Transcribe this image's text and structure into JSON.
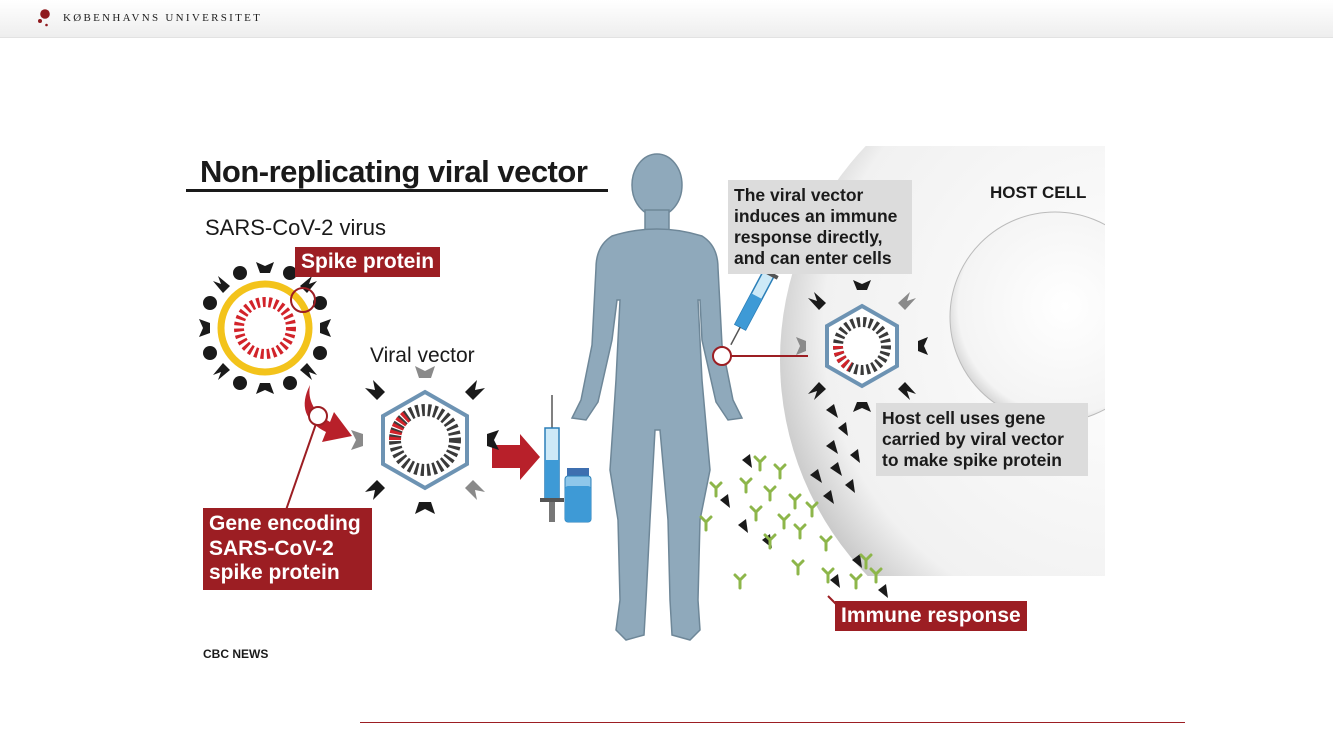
{
  "header": {
    "university_name": "KØBENHAVNS UNIVERSITET",
    "logo_color": "#901a1e"
  },
  "figure": {
    "title": "Non-replicating viral vector",
    "labels": {
      "virus": "SARS-CoV-2 virus",
      "spike_protein": "Spike protein",
      "viral_vector": "Viral vector",
      "gene": "Gene encoding SARS-CoV-2 spike protein",
      "induces": "The viral vector induces an immune response directly, and can enter cells",
      "host_cell": "HOST CELL",
      "host_uses": "Host cell uses gene carried by viral vector to make spike protein",
      "immune_response": "Immune response"
    },
    "credit": "CBC NEWS",
    "icons": [
      "virus-icon",
      "viral-vector-icon",
      "syringe-icon",
      "vial-icon",
      "human-body-icon",
      "host-cell-icon",
      "antibody-icon",
      "spike-protein-icon",
      "arrow-icon"
    ]
  },
  "colors": {
    "accent_red": "#9c1e23",
    "label_grey": "#dcdcdc",
    "body_blue": "#8fa9bb",
    "antibody_green": "#8db64a",
    "spike_yellow": "#f3c31b"
  }
}
